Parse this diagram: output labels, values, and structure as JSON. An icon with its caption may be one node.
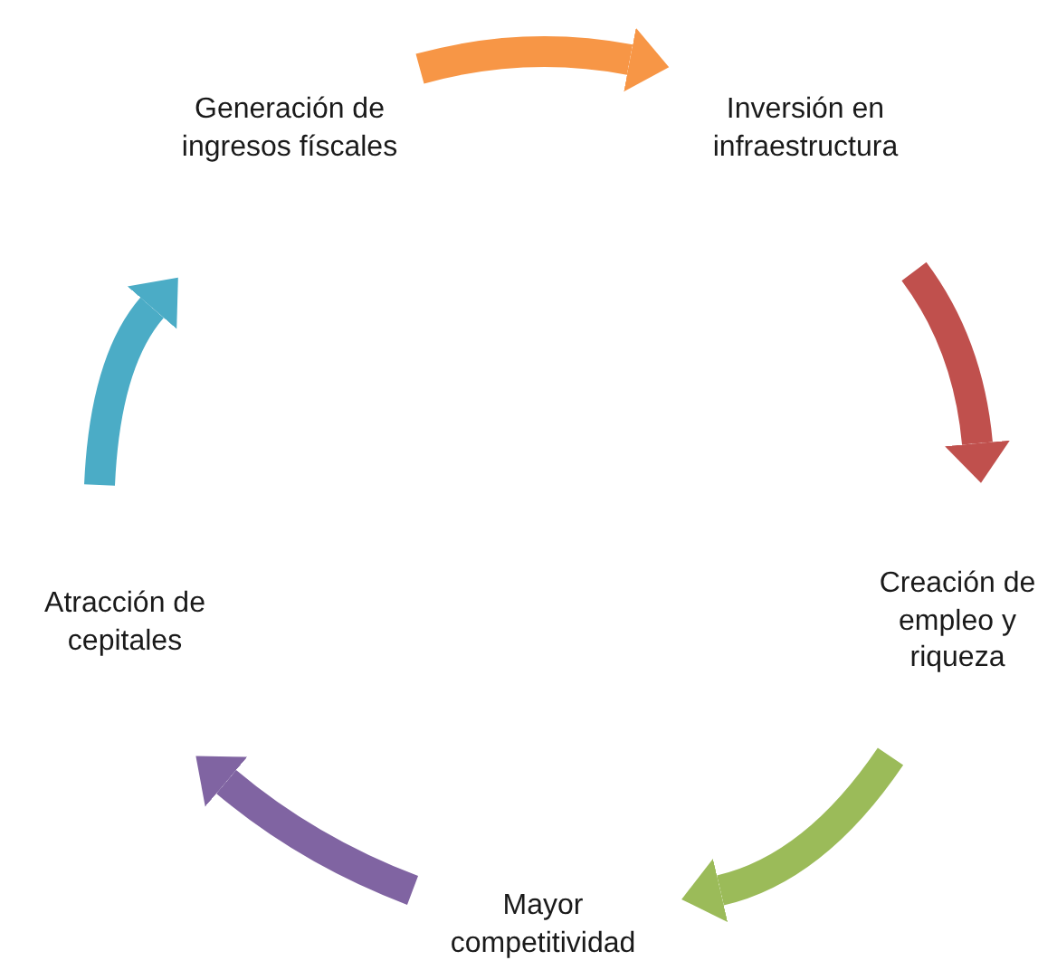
{
  "diagram": {
    "nodes": [
      {
        "text": [
          "Generación de ingresos físcales"
        ]
      },
      {
        "text": [
          "Inversión en infraestructura"
        ]
      },
      {
        "text": [
          "Creación de empleo y riqueza"
        ]
      },
      {
        "text": [
          "Mayor competitividad"
        ]
      },
      {
        "text": [
          "Atracción de cepitales"
        ]
      }
    ],
    "edges": [
      {
        "from": 0,
        "to": 1,
        "arrow": "to",
        "color": "#f79646"
      },
      {
        "from": 1,
        "to": 2,
        "arrow": "to",
        "color": "#c0504d"
      },
      {
        "from": 2,
        "to": 3,
        "arrow": "to",
        "color": "#9bbb59"
      },
      {
        "from": 3,
        "to": 4,
        "arrow": "to",
        "color": "#8064a2"
      },
      {
        "from": 4,
        "to": 0,
        "arrow": "to",
        "color": "#4bacc6"
      }
    ]
  }
}
